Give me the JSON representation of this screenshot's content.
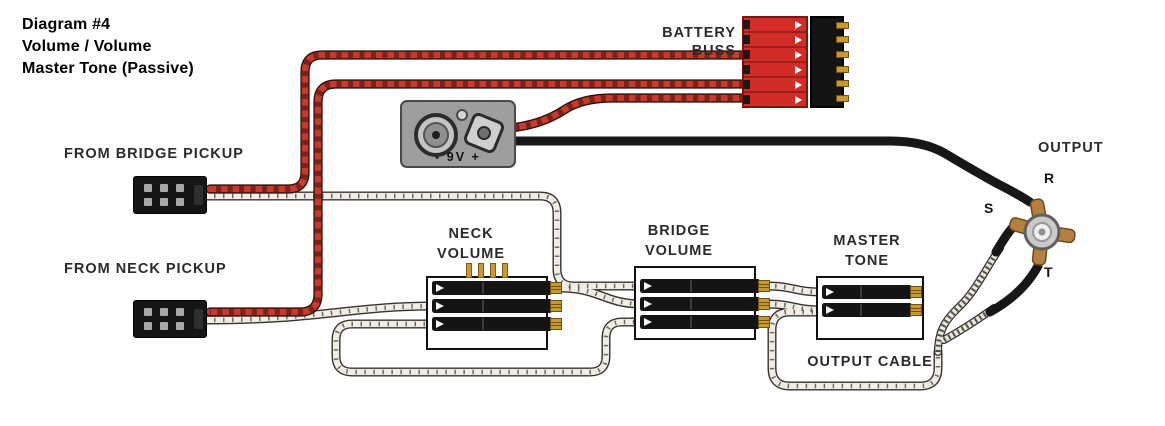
{
  "title": {
    "line1": "Diagram #4",
    "line2": "Volume / Volume",
    "line3": "Master Tone (Passive)"
  },
  "components": {
    "battery_buss": {
      "label_line1": "BATTERY",
      "label_line2": "BUSS"
    },
    "battery": {
      "label": "- 9V +"
    },
    "bridge_pickup": {
      "label": "FROM BRIDGE PICKUP"
    },
    "neck_pickup": {
      "label": "FROM NECK PICKUP"
    },
    "neck_volume": {
      "label_line1": "NECK",
      "label_line2": "VOLUME"
    },
    "bridge_volume": {
      "label_line1": "BRIDGE",
      "label_line2": "VOLUME"
    },
    "master_tone": {
      "label_line1": "MASTER",
      "label_line2": "TONE"
    },
    "output_jack": {
      "label": "OUTPUT",
      "terminal_r": "R",
      "terminal_s": "S",
      "terminal_t": "T"
    },
    "output_cable": {
      "label": "OUTPUT CABLE"
    }
  },
  "colors": {
    "wire_red": "#c63b2e",
    "wire_white": "#f1ede4",
    "wire_black": "#171717",
    "connector_red": "#d32b27",
    "copper": "#b5803f",
    "gold_pin": "#c9992e",
    "battery_box_gray": "#9e9e9e"
  }
}
